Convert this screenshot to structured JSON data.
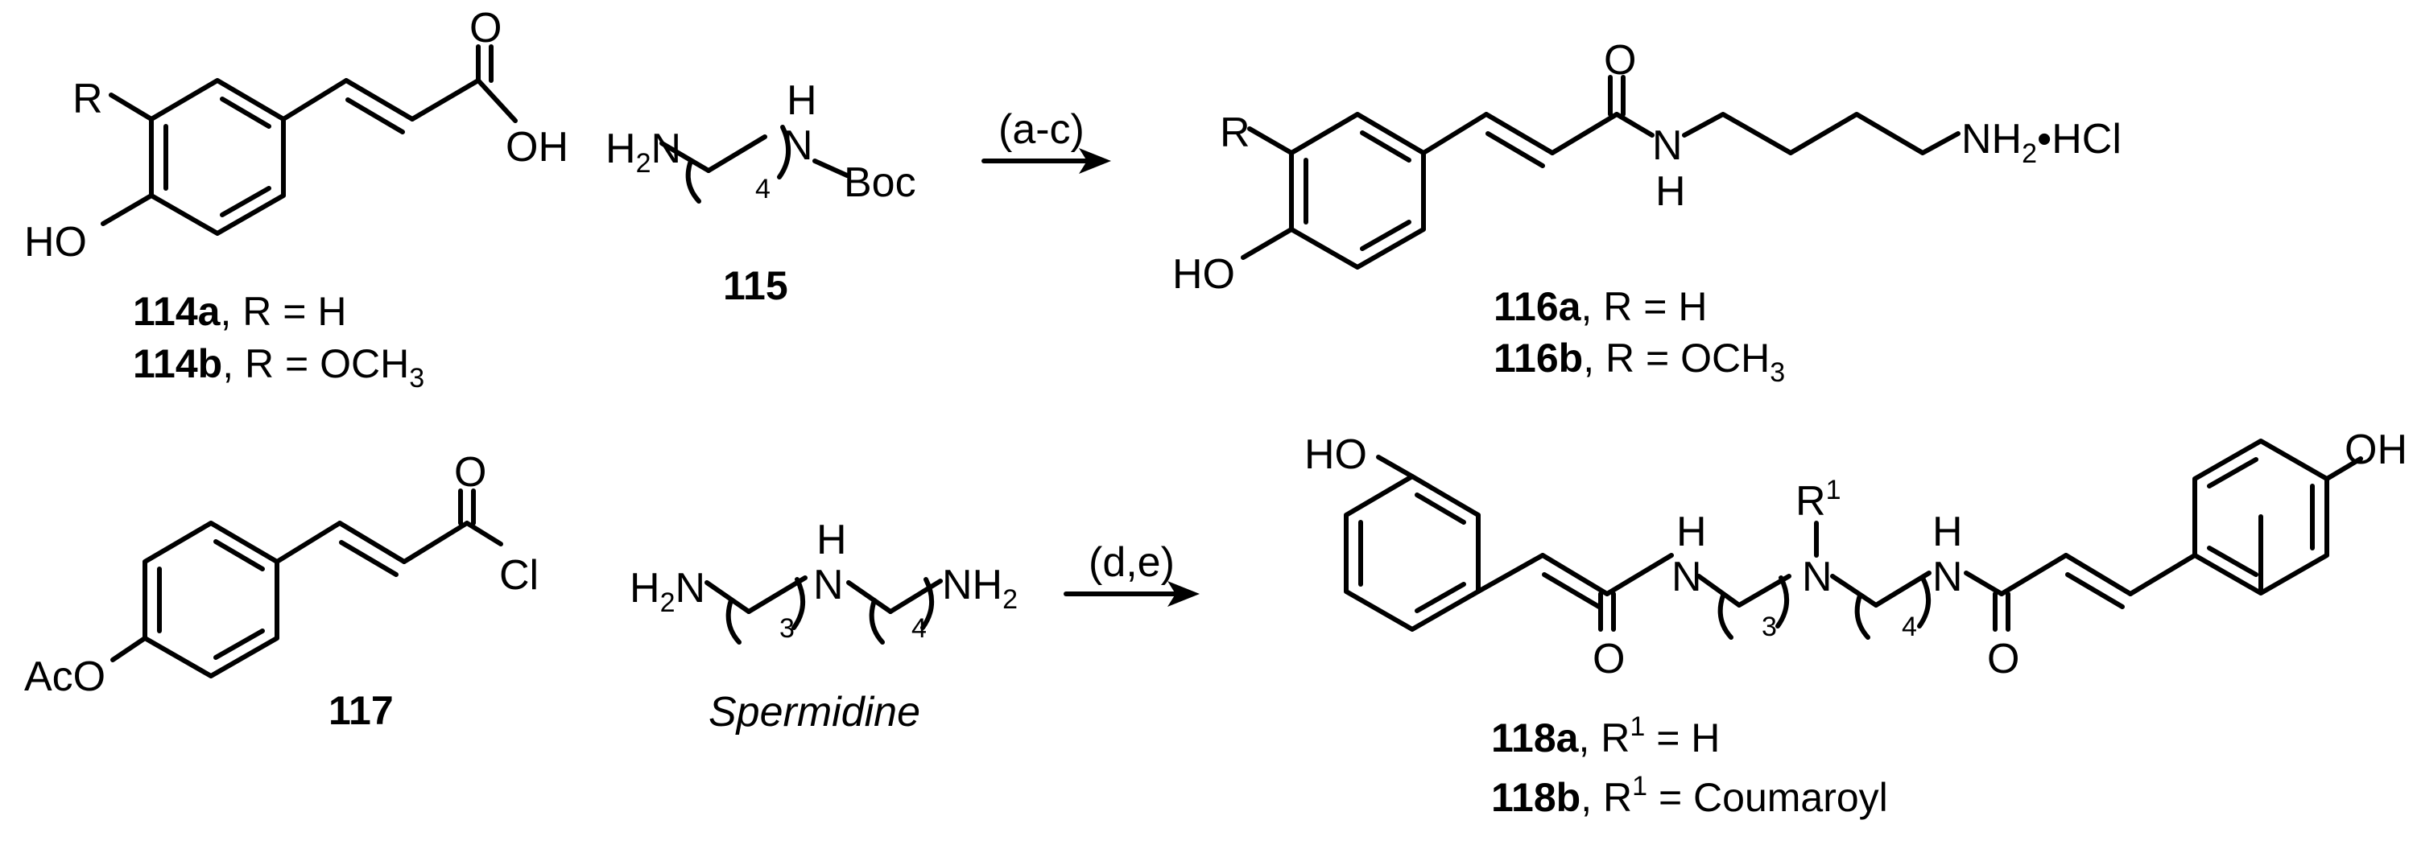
{
  "compounds": {
    "c114": {
      "atoms": {
        "r": "R",
        "oh": "OH",
        "ho": "HO",
        "o": "O"
      },
      "label_a": "114a",
      "sub_a": ", R = H",
      "label_b": "114b",
      "sub_b": ", R = OCH",
      "sub_b_idx": "3"
    },
    "c115": {
      "atoms": {
        "h2n": "H",
        "h2n_idx": "2",
        "n": "N",
        "h": "H",
        "boc": "Boc",
        "rep": "4"
      },
      "label": "115"
    },
    "c116": {
      "atoms": {
        "r": "R",
        "ho": "HO",
        "o": "O",
        "n": "N",
        "h": "H",
        "nh2": "NH",
        "nh2_idx": "2",
        "hcl": "•HCl"
      },
      "label_a": "116a",
      "sub_a": ", R = H",
      "label_b": "116b",
      "sub_b": ", R = OCH",
      "sub_b_idx": "3"
    },
    "c117": {
      "atoms": {
        "aco": "AcO",
        "o": "O",
        "cl": "Cl"
      },
      "label": "117"
    },
    "spermidine": {
      "atoms": {
        "h2n": "H",
        "h2n_idx": "2",
        "n1": "N",
        "h": "H",
        "n2": "N",
        "nh2": "NH",
        "nh2_idx": "2",
        "rep1": "3",
        "rep2": "4"
      },
      "label": "Spermidine"
    },
    "c118": {
      "atoms": {
        "ho": "HO",
        "oh": "OH",
        "o1": "O",
        "o2": "O",
        "h1": "H",
        "n1": "N",
        "r1": "R",
        "r1_sup": "1",
        "n2": "N",
        "h2": "H",
        "n3": "N",
        "rep1": "3",
        "rep2": "4"
      },
      "label_a": "118a",
      "sub_a_pre": ", R",
      "sub_a_sup": "1",
      "sub_a_post": " = H",
      "label_b": "118b",
      "sub_b_pre": ", R",
      "sub_b_sup": "1",
      "sub_b_post": " = Coumaroyl"
    }
  },
  "arrows": {
    "top": "(a-c)",
    "bottom": "(d,e)"
  }
}
